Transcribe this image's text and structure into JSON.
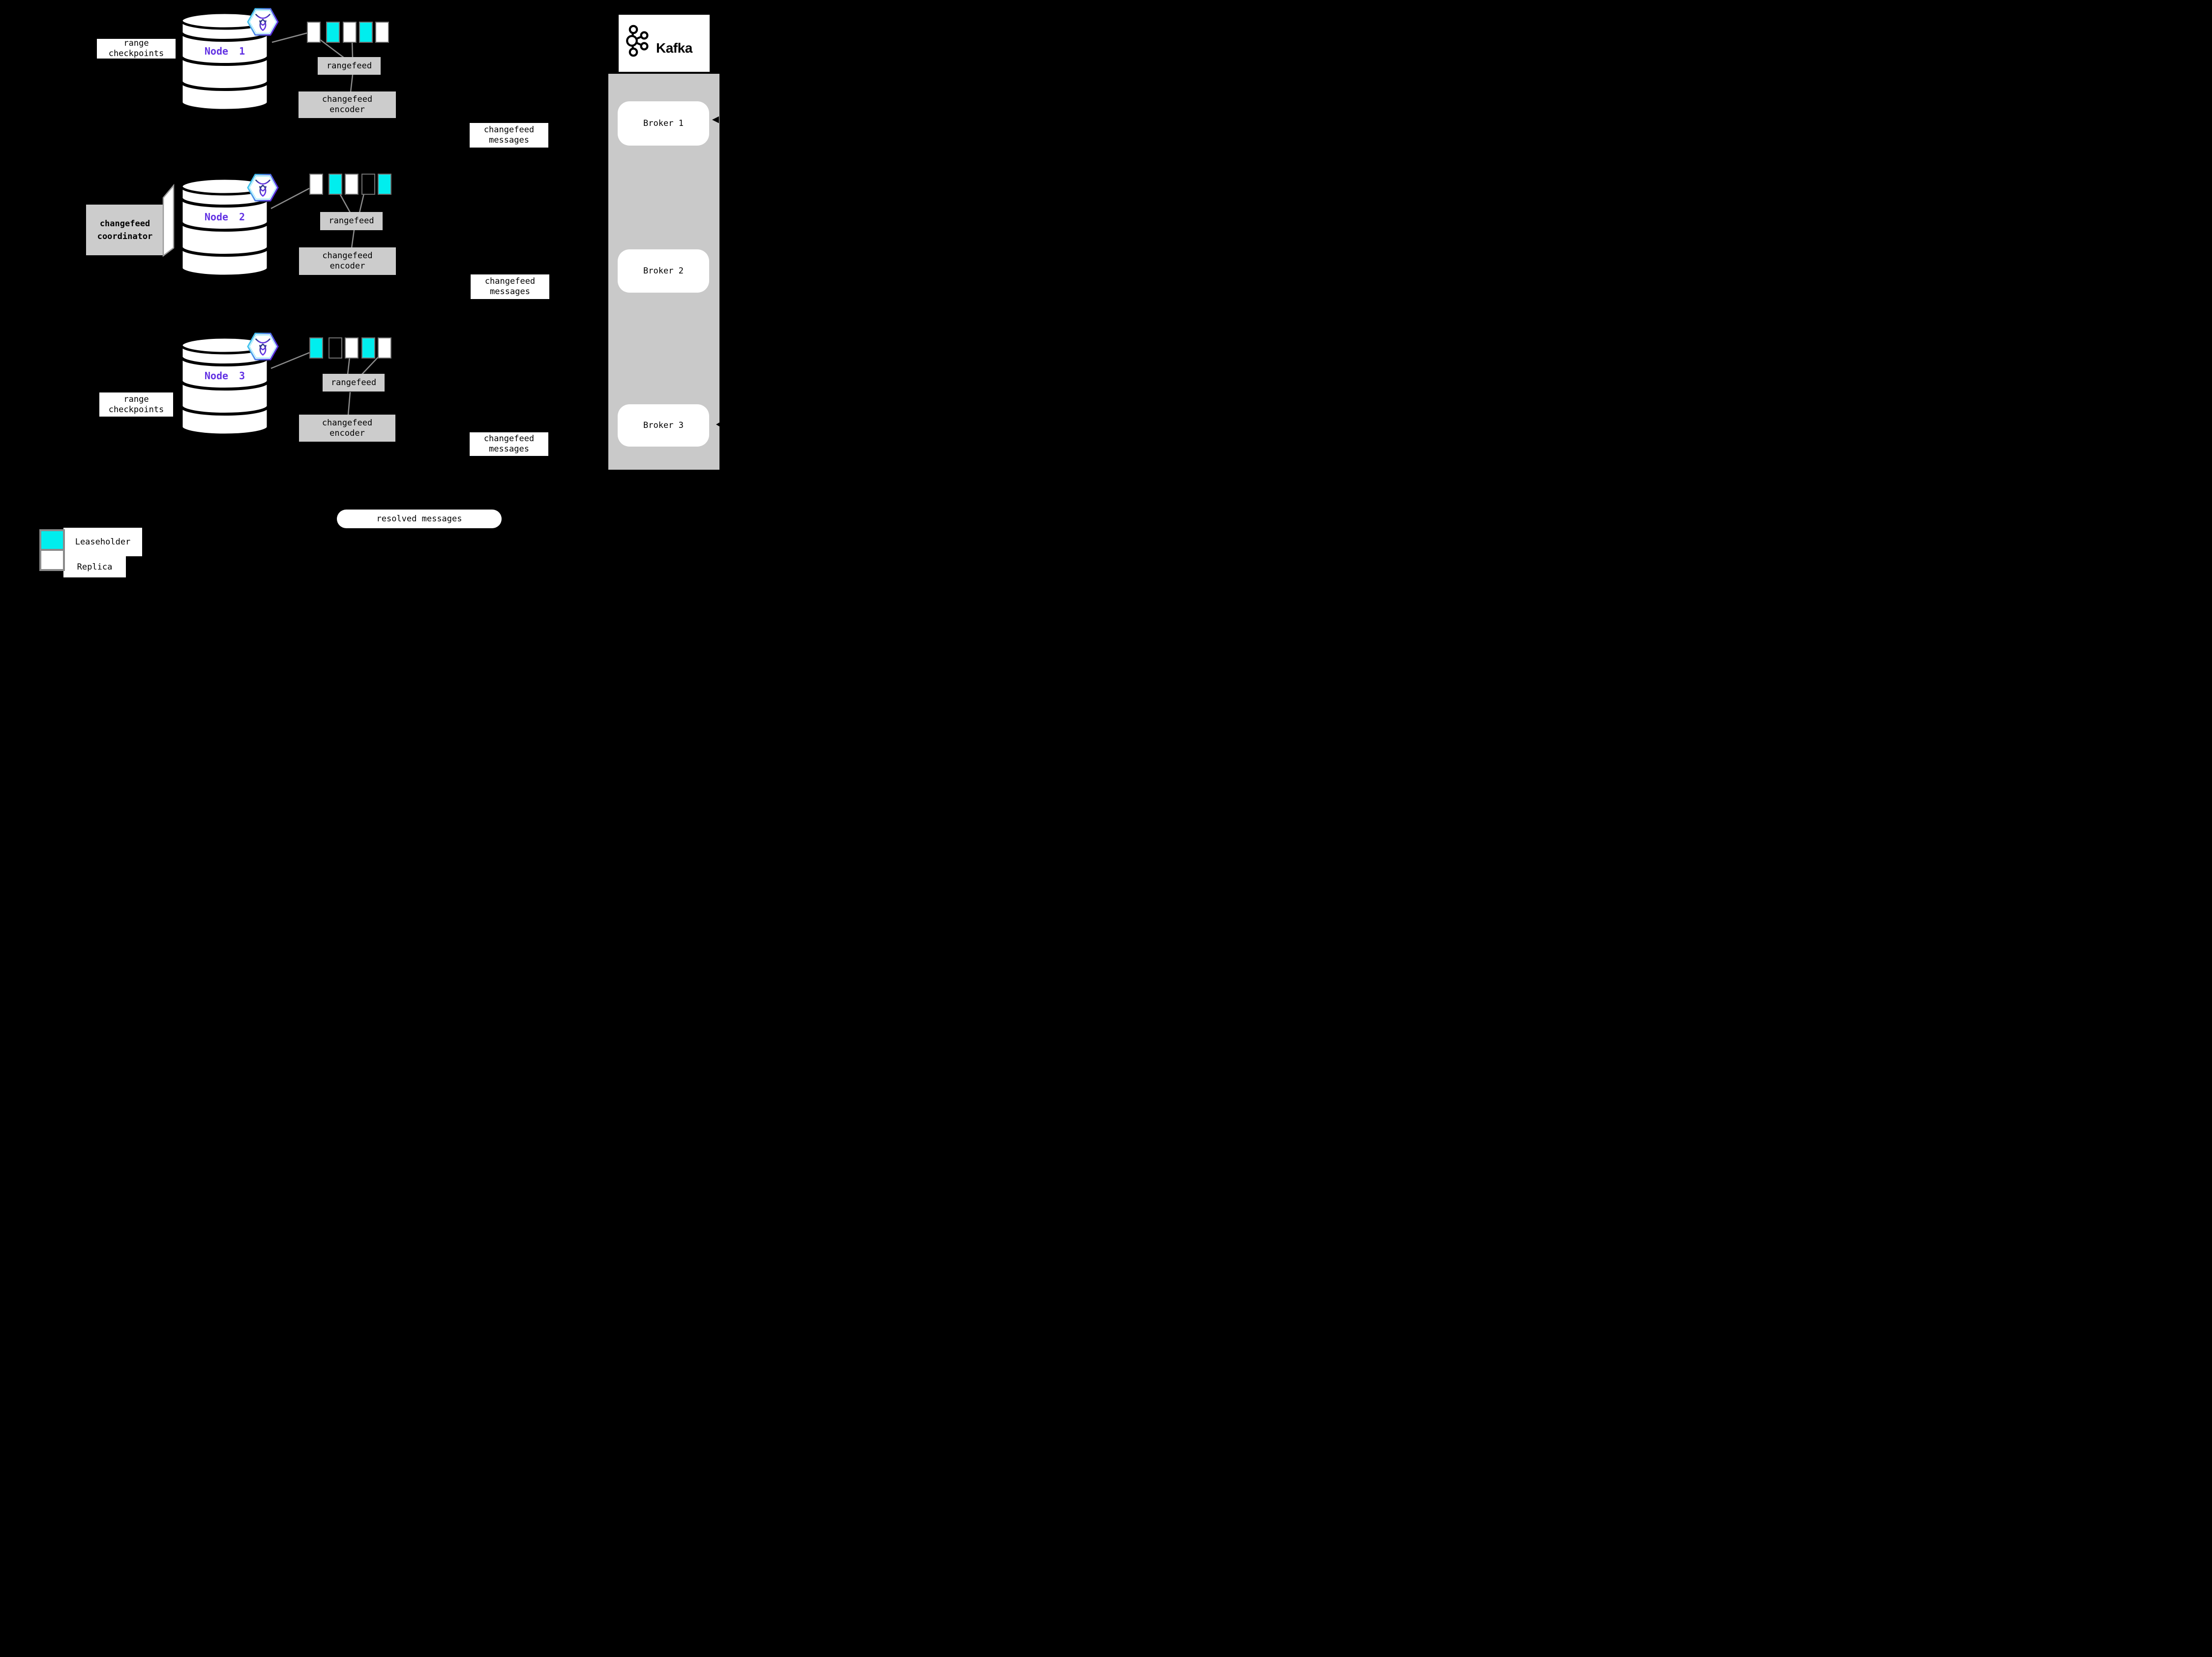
{
  "labels": {
    "range_checkpoints": "range checkpoints",
    "changefeed_coordinator": "changefeed coordinator",
    "changefeed_messages": "changefeed messages",
    "resolved_messages": "resolved messages",
    "rangefeed": "rangefeed",
    "changefeed_encoder": "changefeed encoder"
  },
  "nodes": [
    {
      "label": "Node 1",
      "ranges": [
        "replica",
        "leaseholder",
        "replica",
        "leaseholder",
        "replica"
      ]
    },
    {
      "label": "Node 2",
      "ranges": [
        "replica",
        "leaseholder",
        "replica",
        "empty",
        "leaseholder"
      ]
    },
    {
      "label": "Node 3",
      "ranges": [
        "leaseholder",
        "empty",
        "replica",
        "leaseholder",
        "replica"
      ]
    }
  ],
  "kafka": {
    "wordmark": "Kafka",
    "brokers": [
      "Broker 1",
      "Broker 2",
      "Broker 3"
    ]
  },
  "legend": [
    {
      "label": "Leaseholder",
      "type": "leaseholder"
    },
    {
      "label": "Replica",
      "type": "replica"
    }
  ],
  "colors": {
    "background": "#000000",
    "leaseholder": "#00eeee",
    "replica": "#ffffff",
    "empty": "transparent",
    "box_gray": "#cccccc",
    "panel_gray": "#c9c9c9",
    "line_gray": "#8c8c8c",
    "node_label_purple": "#6333e3",
    "square_border": "#707070",
    "hex_border_start": "#3fe3f2",
    "hex_border_end": "#5631e0"
  }
}
